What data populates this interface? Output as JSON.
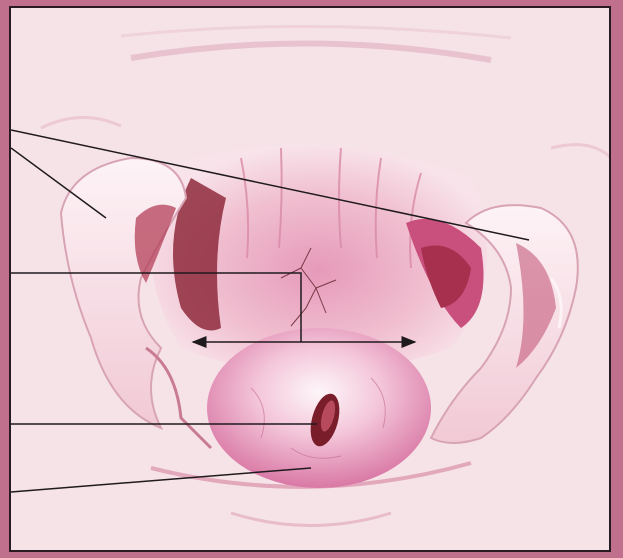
{
  "figure": {
    "subject": "cervix-anatomy-illustration",
    "colors": {
      "border_bg": "#c06f8c",
      "frame_border": "#2a1a22",
      "background": "#f6e3e8",
      "tissue_light": "#fbeef2",
      "tissue_pink": "#f2c3d1",
      "tissue_mid": "#e39ab4",
      "tissue_deep": "#c94f7c",
      "tissue_dark": "#8e2a3c",
      "cervix_center": "#fdf6f9",
      "cervix_edge": "#d978a5",
      "os_opening": "#7a1d2b",
      "leader_line": "#1f1a1d"
    },
    "callouts": [
      {
        "name": "leader-line-upper-left-fold",
        "target": "left-vaginal-fold"
      },
      {
        "name": "leader-line-upper-right-fold",
        "target": "right-vaginal-fold"
      },
      {
        "name": "leader-line-cervix-width",
        "target": "cervix-width-measurement"
      },
      {
        "name": "leader-line-external-os",
        "target": "external-os"
      },
      {
        "name": "leader-line-cervix-surface",
        "target": "cervix-surface"
      }
    ]
  }
}
